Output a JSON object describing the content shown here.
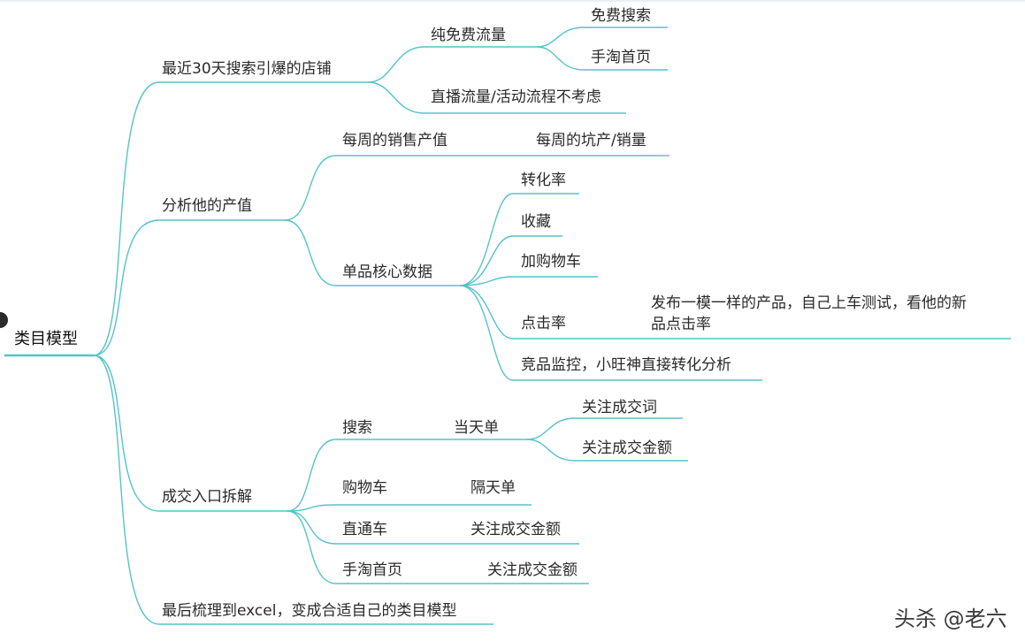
{
  "root": {
    "label": "类目模型"
  },
  "branches": {
    "b1": {
      "label": "最近30天搜索引爆的店铺",
      "children": {
        "free_traffic": {
          "label": "纯免费流量",
          "children": [
            "免费搜索",
            "手淘首页"
          ]
        },
        "live": {
          "label": "直播流量/活动流程不考虑"
        }
      }
    },
    "b2": {
      "label": "分析他的产值",
      "children": {
        "weekly": {
          "label": "每周的销售产值",
          "note": "每周的坑产/销量"
        },
        "core": {
          "label": "单品核心数据",
          "children": {
            "conv": "转化率",
            "fav": "收藏",
            "cart": "加购物车",
            "ctr": "点击率",
            "ctr_note_1": "发布一模一样的产品，自己上车测试，看他的新",
            "ctr_note_2": "品点击率",
            "monitor": "竞品监控，小旺神直接转化分析"
          }
        }
      }
    },
    "b3": {
      "label": "成交入口拆解",
      "children": {
        "search": {
          "label": "搜索",
          "note": "当天单",
          "children": [
            "关注成交词",
            "关注成交金额"
          ]
        },
        "cart": {
          "label": "购物车",
          "note": "隔天单"
        },
        "ztc": {
          "label": "直通车",
          "note": "关注成交金额"
        },
        "home": {
          "label": "手淘首页",
          "note": "关注成交金额"
        }
      }
    },
    "b4": {
      "label": "最后梳理到excel，变成合适自己的类目模型"
    }
  },
  "watermark": "头杀 @老六",
  "colors": {
    "line": "#55c3c9",
    "text": "#2a2a2a",
    "root_dot": "#2b2b2b"
  }
}
